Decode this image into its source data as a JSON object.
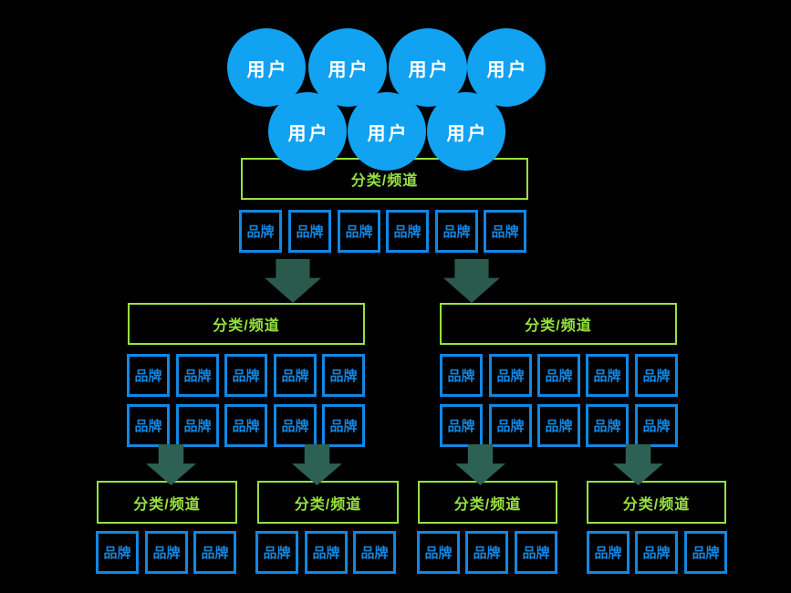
{
  "labels": {
    "user": "用户",
    "category_channel": "分类/频道",
    "brand": "品牌"
  },
  "colors": {
    "background": "#000000",
    "user_circle_fill": "#12A2F2",
    "user_text": "#FFFFFF",
    "category_border_and_text": "#97E141",
    "brand_border_and_text": "#1287E2",
    "arrow_level1_fill": "#2A5A4C",
    "arrow_level2_fill": "#2C6153"
  },
  "structure": {
    "user_circle_count": 7,
    "level1": {
      "category_boxes": 1,
      "brand_boxes": 6
    },
    "level2": {
      "category_boxes": 2,
      "brand_boxes_per_category": 10
    },
    "level3": {
      "category_boxes": 4,
      "brand_boxes_per_category": 3
    },
    "down_arrow_count": 6
  }
}
